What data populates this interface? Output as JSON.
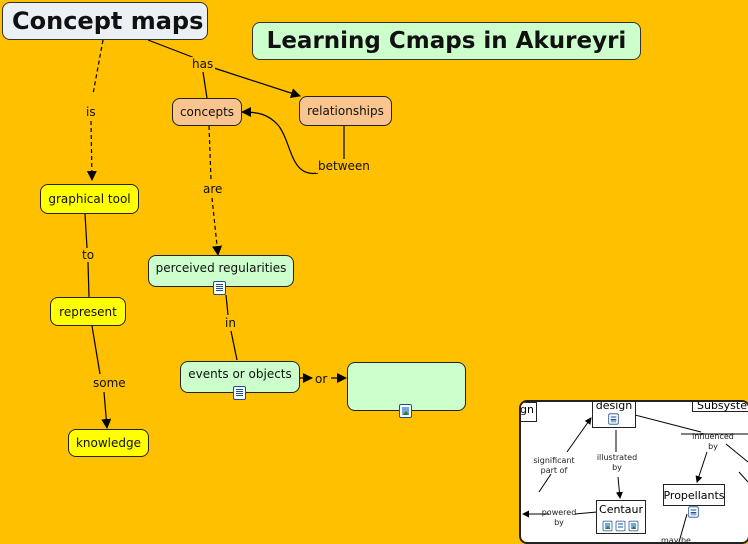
{
  "map": {
    "title": "Concept maps",
    "subtitle": "Learning Cmaps in Akureyri",
    "nodes": {
      "graphical_tool": "graphical tool",
      "represent": "represent",
      "knowledge": "knowledge",
      "concepts": "concepts",
      "relationships": "relationships",
      "perceived_regularities": "perceived regularities",
      "events_or_objects": "events or objects",
      "empty_node": ""
    },
    "links": {
      "has": "has",
      "is": "is",
      "to": "to",
      "some": "some",
      "are": "are",
      "between": "between",
      "in": "in",
      "or": "or"
    }
  },
  "inset": {
    "nodes": {
      "design": "design",
      "subsystem": "Subsyste",
      "partial_left": "gn",
      "centaur": "Centaur",
      "propellants": "Propellants"
    },
    "links": {
      "significant_part_of": "significant part of",
      "illustrated_by": "illustrated by",
      "influenced_by": "influenced by",
      "powered_by": "powered by",
      "may_be": "may be"
    }
  },
  "colors": {
    "background": "#FFC000",
    "yellow_node": "#FFFF00",
    "peach_node": "#F9C48E",
    "mint_node": "#CCFFCC"
  },
  "icons": [
    "document-icon",
    "image-icon"
  ]
}
